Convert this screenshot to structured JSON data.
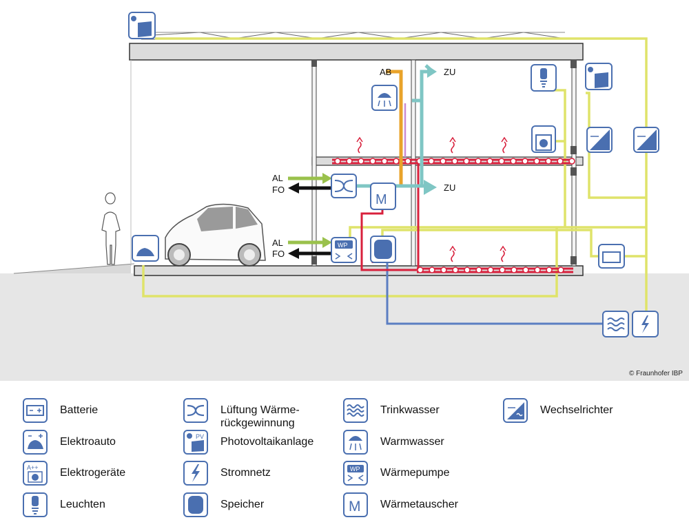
{
  "diagram": {
    "labels": {
      "ab": "AB",
      "zu_top": "ZU",
      "zu_mid": "ZU",
      "al_top": "AL",
      "fo_top": "FO",
      "al_bottom": "AL",
      "fo_bottom": "FO"
    },
    "icons": {
      "pv_text": "PV",
      "wp_text": "WP",
      "m_text": "M",
      "appliance_text": "A++"
    },
    "copyright": "© Fraunhofer IBP",
    "colors": {
      "icon_stroke": "#4a6fb0",
      "electric_line": "#dfe36a",
      "heating_line": "#d8203c",
      "ventilation_supply": "#7fc6c4",
      "exhaust_air": "#e9a32a",
      "outside_air": "#9ac14c",
      "exhaust_out": "#111111",
      "water_line": "#5b7ec2",
      "ground": "#e6e6e6"
    }
  },
  "legend": {
    "items": [
      {
        "icon": "battery-icon",
        "label": "Batterie"
      },
      {
        "icon": "electric-car-icon",
        "label": "Elektroauto"
      },
      {
        "icon": "appliance-icon",
        "label": "Elektrogeräte"
      },
      {
        "icon": "light-icon",
        "label": "Leuchten"
      },
      {
        "icon": "ventilation-heat-recovery-icon",
        "label": "Lüftung Wärme-\nrückgewinnung"
      },
      {
        "icon": "photovoltaic-icon",
        "label": "Photovoltaikanlage"
      },
      {
        "icon": "power-grid-icon",
        "label": "Stromnetz"
      },
      {
        "icon": "storage-icon",
        "label": "Speicher"
      },
      {
        "icon": "drinking-water-icon",
        "label": "Trinkwasser"
      },
      {
        "icon": "hot-water-icon",
        "label": "Warmwasser"
      },
      {
        "icon": "heat-pump-icon",
        "label": "Wärmepumpe"
      },
      {
        "icon": "heat-exchanger-icon",
        "label": "Wärmetauscher"
      },
      {
        "icon": "inverter-icon",
        "label": "Wechselrichter"
      }
    ]
  }
}
